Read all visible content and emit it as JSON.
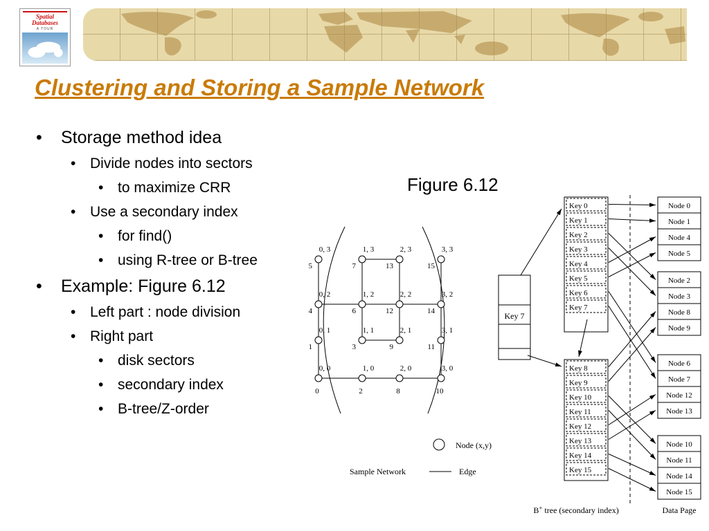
{
  "ui": {
    "bullet": "•"
  },
  "slide": {
    "title": "Clustering and Storing a Sample Network",
    "title_color": "#c97b08"
  },
  "logo": {
    "title": "Spatial Databases",
    "subtitle": "A TOUR"
  },
  "bullets": [
    {
      "level": 1,
      "text": "Storage method idea"
    },
    {
      "level": 2,
      "text": "Divide nodes into sectors"
    },
    {
      "level": 3,
      "text": "to maximize CRR"
    },
    {
      "level": 2,
      "text": "Use a secondary index"
    },
    {
      "level": 3,
      "text": "for find()"
    },
    {
      "level": 3,
      "text": "using R-tree or B-tree"
    },
    {
      "level": 1,
      "text": "Example: Figure 6.12"
    },
    {
      "level": 2,
      "text": "Left part : node division"
    },
    {
      "level": 2,
      "text": "Right part"
    },
    {
      "level": 3,
      "text": "disk sectors"
    },
    {
      "level": 3,
      "text": "secondary index"
    },
    {
      "level": 3,
      "text": "B-tree/Z-order"
    }
  ],
  "figure": {
    "caption": "Figure 6.12",
    "network": {
      "nodes": [
        {
          "id": "0",
          "coord": "0, 0",
          "gx": 0,
          "gy": 0
        },
        {
          "id": "1",
          "coord": "0, 1",
          "gx": 0,
          "gy": 1
        },
        {
          "id": "2",
          "coord": "1, 0",
          "gx": 1,
          "gy": 0
        },
        {
          "id": "3",
          "coord": "1, 1",
          "gx": 1,
          "gy": 1
        },
        {
          "id": "4",
          "coord": "0, 2",
          "gx": 0,
          "gy": 2
        },
        {
          "id": "5",
          "coord": "0, 3",
          "gx": 0,
          "gy": 3
        },
        {
          "id": "6",
          "coord": "1, 2",
          "gx": 1,
          "gy": 2
        },
        {
          "id": "7",
          "coord": "1, 3",
          "gx": 1,
          "gy": 3
        },
        {
          "id": "8",
          "coord": "2, 0",
          "gx": 2,
          "gy": 0
        },
        {
          "id": "9",
          "coord": "2, 1",
          "gx": 2,
          "gy": 1
        },
        {
          "id": "10",
          "coord": "3, 0",
          "gx": 3,
          "gy": 0
        },
        {
          "id": "11",
          "coord": "3, 1",
          "gx": 3,
          "gy": 1
        },
        {
          "id": "12",
          "coord": "2, 2",
          "gx": 2,
          "gy": 2
        },
        {
          "id": "13",
          "coord": "2, 3",
          "gx": 2,
          "gy": 3
        },
        {
          "id": "14",
          "coord": "3, 2",
          "gx": 3,
          "gy": 2
        },
        {
          "id": "15",
          "coord": "3, 3",
          "gx": 3,
          "gy": 3
        }
      ],
      "edges": [
        [
          "5",
          "4"
        ],
        [
          "4",
          "1"
        ],
        [
          "1",
          "0"
        ],
        [
          "15",
          "14"
        ],
        [
          "14",
          "11"
        ],
        [
          "11",
          "10"
        ],
        [
          "0",
          "2"
        ],
        [
          "2",
          "8"
        ],
        [
          "8",
          "10"
        ],
        [
          "4",
          "6"
        ],
        [
          "6",
          "12"
        ],
        [
          "12",
          "14"
        ],
        [
          "7",
          "13"
        ],
        [
          "7",
          "6"
        ],
        [
          "13",
          "12"
        ],
        [
          "3",
          "9"
        ],
        [
          "6",
          "3"
        ],
        [
          "12",
          "9"
        ]
      ]
    },
    "legend": {
      "node_label": "Node (x,y)",
      "network_label": "Sample Network",
      "edge_label": "Edge"
    },
    "btree": {
      "root_key": "Key 7",
      "leaves": [
        [
          "Key 0",
          "Key 1",
          "Key 2",
          "Key 3",
          "Key 4",
          "Key 5",
          "Key 6",
          "Key 7"
        ],
        [
          "Key 8",
          "Key 9",
          "Key 10",
          "Key 11",
          "Key 12",
          "Key 13",
          "Key 14",
          "Key 15"
        ]
      ],
      "caption": "B+ tree (secondary index)"
    },
    "data_pages": {
      "pages": [
        [
          "Node 0",
          "Node 1",
          "Node 4",
          "Node 5"
        ],
        [
          "Node 2",
          "Node 3",
          "Node 8",
          "Node 9"
        ],
        [
          "Node 6",
          "Node 7",
          "Node 12",
          "Node 13"
        ],
        [
          "Node 10",
          "Node 11",
          "Node 14",
          "Node 15"
        ]
      ],
      "caption": "Data Page"
    }
  }
}
